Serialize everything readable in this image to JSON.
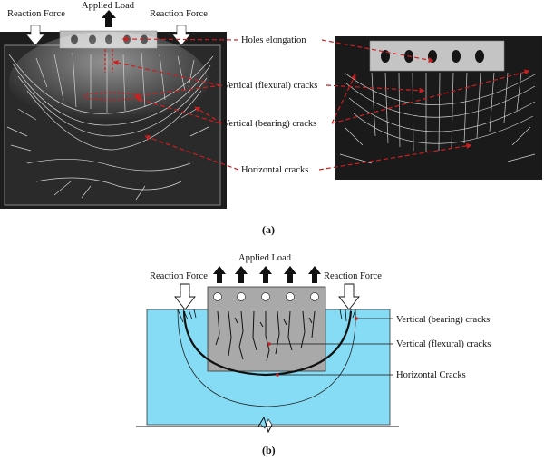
{
  "panel_a": {
    "caption": "(a)",
    "labels": {
      "reaction_left": "Reaction Force",
      "applied_load": "Applied Load",
      "reaction_right": "Reaction Force",
      "holes": "Holes elongation",
      "flexural": "Vertical (flexural) cracks",
      "bearing": "Vertical (bearing) cracks",
      "horizontal": "Horizontal cracks"
    }
  },
  "panel_b": {
    "caption": "(b)",
    "labels": {
      "applied_load": "Applied Load",
      "reaction_left": "Reaction Force",
      "reaction_right": "Reaction Force",
      "bearing": "Vertical (bearing) cracks",
      "flexural": "Vertical (flexural) cracks",
      "horizontal": "Horizontal Cracks"
    }
  },
  "colors": {
    "callout_red": "#cc1f1f",
    "block_blue": "#86dcf5",
    "plate_gray": "#a9a9a9",
    "photo_dark": "#1a1a1a"
  }
}
